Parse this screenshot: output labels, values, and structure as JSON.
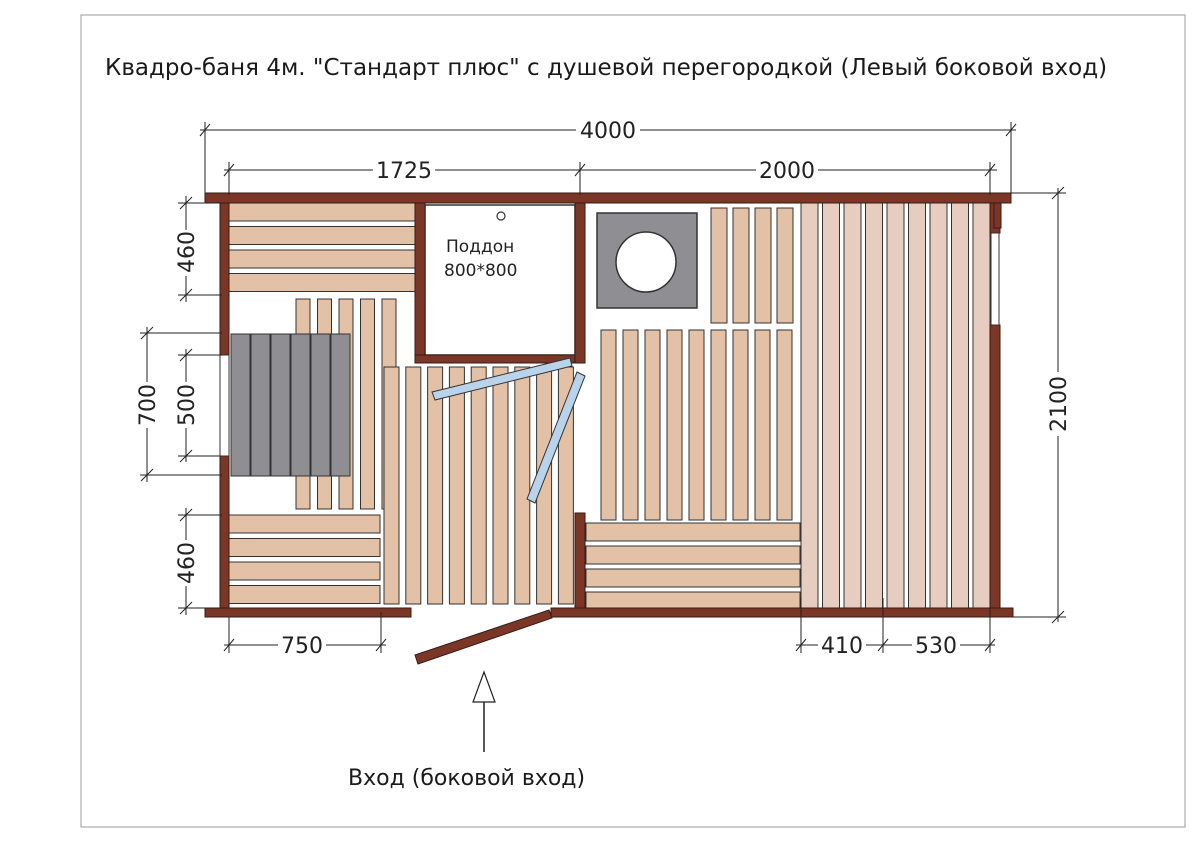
{
  "title": "Квадро-баня 4м. \"Стандарт плюс\" с душевой перегородкой (Левый боковой вход)",
  "dimensions": {
    "total_width": "4000",
    "left_room_width": "1725",
    "right_room_width": "2000",
    "height": "2100",
    "window_outer": "700",
    "window_inner": "500",
    "bench_top": "460",
    "bench_bottom": "460",
    "bench_bottom_width": "750",
    "shelf_lower": "410",
    "shelf_upper": "530"
  },
  "labels": {
    "tray_line1": "Поддон",
    "tray_line2": "800*800",
    "entrance": "Вход (боковой вход)"
  },
  "colors": {
    "wall": "#7a3626",
    "board": "#e3c1a6",
    "board_light": "#e6cdbf",
    "board_gray": "#8f8f93",
    "door_glass": "#b9d3ea",
    "stove": "#8f8f93",
    "line": "#222222"
  }
}
